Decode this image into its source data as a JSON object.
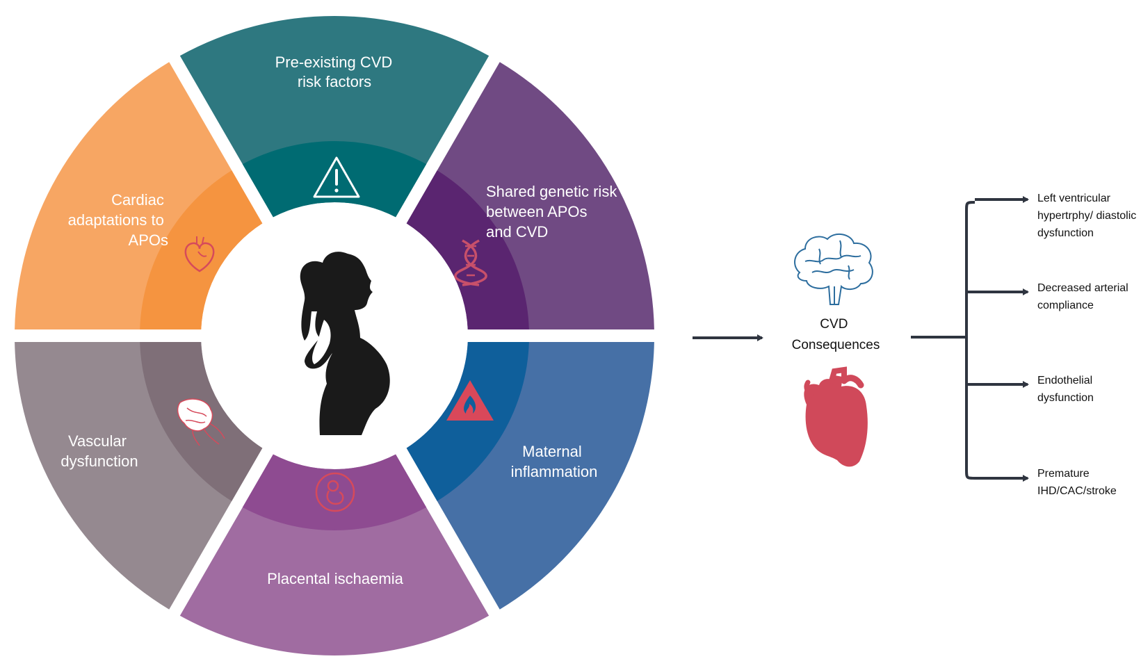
{
  "segments": {
    "preexisting": {
      "lines": [
        "Pre-existing CVD",
        "risk factors"
      ],
      "icon": "warning-triangle-icon",
      "color": "#2e7880",
      "inner_color": "#006b72"
    },
    "genetic": {
      "lines": [
        "Shared genetic risk",
        "between APOs",
        "and CVD"
      ],
      "icon": "dna-helix-icon",
      "color": "#704a83",
      "inner_color": "#5a2570"
    },
    "inflammation": {
      "lines": [
        "Maternal",
        "inflammation"
      ],
      "icon": "flame-triangle-icon",
      "color": "#4670a6",
      "inner_color": "#0f5f9b"
    },
    "placental": {
      "lines": [
        "Placental ischaemia"
      ],
      "icon": "fetus-icon",
      "color": "#a06ca1",
      "inner_color": "#8e4b91"
    },
    "vascular": {
      "lines": [
        "Vascular",
        "dysfunction"
      ],
      "icon": "blood-vessel-icon",
      "color": "#958990",
      "inner_color": "#7f6f78"
    },
    "cardiac": {
      "lines": [
        "Cardiac",
        "adaptations to",
        "APOs"
      ],
      "icon": "heart-outline-icon",
      "color": "#f7a663",
      "inner_color": "#f59440"
    }
  },
  "center": {
    "icon": "pregnant-woman-icon"
  },
  "consequences": {
    "lines": [
      "CVD",
      "Consequences"
    ],
    "icons": [
      "brain-icon",
      "heart-icon"
    ]
  },
  "outcomes": [
    {
      "lines": [
        "Left ventricular",
        "hypertrphy/ diastolic",
        "dysfunction"
      ]
    },
    {
      "lines": [
        "Decreased arterial",
        "compliance"
      ]
    },
    {
      "lines": [
        "Endothelial",
        "dysfunction"
      ]
    },
    {
      "lines": [
        "Premature",
        "IHD/CAC/stroke"
      ]
    }
  ],
  "colors": {
    "arrow": "#2f3540",
    "brain": "#2c6d9e",
    "heart": "#d0495a",
    "silhouette": "#1a1a1a"
  }
}
